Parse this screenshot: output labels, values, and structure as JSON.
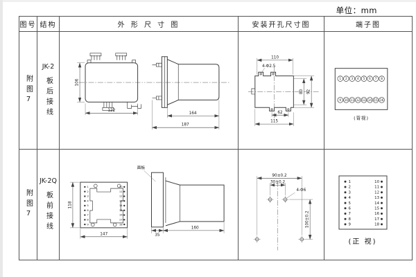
{
  "unit_label": "单位：mm",
  "header": {
    "figure": "图号",
    "structure": "结构",
    "outline": "外 形 尺 寸 图",
    "mounting": "安装开孔尺寸图",
    "terminal": "端子图"
  },
  "row1": {
    "figure_no": "附图7",
    "model": "JK-2",
    "wiring": "板后接线",
    "outline_dims": {
      "height": "106",
      "width": "122",
      "depth_inner": "164",
      "depth_total": "187"
    },
    "mounting_dims": {
      "top_width": "110",
      "holes_label": "4-Φ2.5",
      "inner_height": "80",
      "outer_height": "92",
      "notch_span": "62",
      "bottom_width": "115"
    },
    "terminal": {
      "top": [
        "1",
        "2",
        "3",
        "4",
        "5",
        "6",
        "7",
        "8"
      ],
      "bottom": [
        "9",
        "10",
        "11",
        "12",
        "13",
        "14",
        "15",
        "16"
      ],
      "caption": "(背视)"
    }
  },
  "row2": {
    "figure_no": "附图7",
    "model": "JK-2Q",
    "wiring": "板前接线",
    "outline_dims": {
      "height": "118",
      "width": "147",
      "panel_label": "面板",
      "panel_depth": "35",
      "case_depth": "160"
    },
    "mounting_dims": {
      "outer_span": "90±0.2",
      "inner_span": "30±0.2",
      "holes_label": "4-Φ6",
      "vertical_span": "100±0.2"
    },
    "terminal": {
      "left": [
        "1",
        "2",
        "3",
        "4",
        "5",
        "6",
        "7",
        "8",
        "9"
      ],
      "right": [
        "10",
        "11",
        "12",
        "13",
        "14",
        "15",
        "16",
        "17",
        "18"
      ],
      "caption": "(正 视)"
    }
  }
}
